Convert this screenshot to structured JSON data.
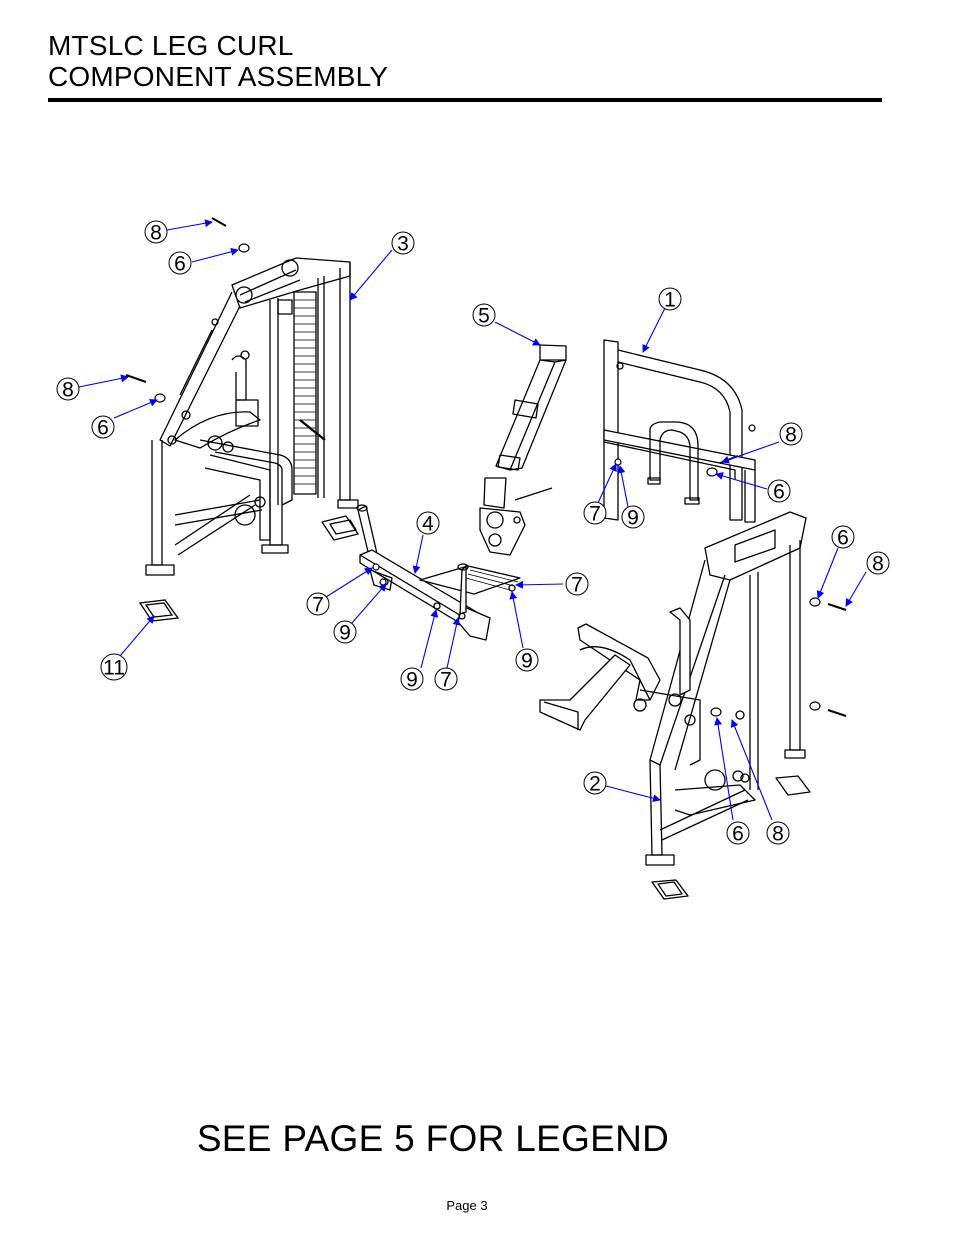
{
  "header": {
    "title_line1": "MTSLC LEG CURL",
    "title_line2": "COMPONENT ASSEMBLY"
  },
  "callouts": [
    {
      "label": "8"
    },
    {
      "label": "6"
    },
    {
      "label": "3"
    },
    {
      "label": "1"
    },
    {
      "label": "5"
    },
    {
      "label": "8"
    },
    {
      "label": "6"
    },
    {
      "label": "8"
    },
    {
      "label": "6"
    },
    {
      "label": "7"
    },
    {
      "label": "9"
    },
    {
      "label": "4"
    },
    {
      "label": "6"
    },
    {
      "label": "8"
    },
    {
      "label": "7"
    },
    {
      "label": "7"
    },
    {
      "label": "9"
    },
    {
      "label": "9"
    },
    {
      "label": "11"
    },
    {
      "label": "9"
    },
    {
      "label": "7"
    },
    {
      "label": "2"
    },
    {
      "label": "6"
    },
    {
      "label": "8"
    }
  ],
  "footer": {
    "legend_note": "SEE PAGE 5 FOR LEGEND",
    "page_label": "Page 3"
  },
  "colors": {
    "line": "#000000",
    "callout_arrow": "#0000ff"
  }
}
